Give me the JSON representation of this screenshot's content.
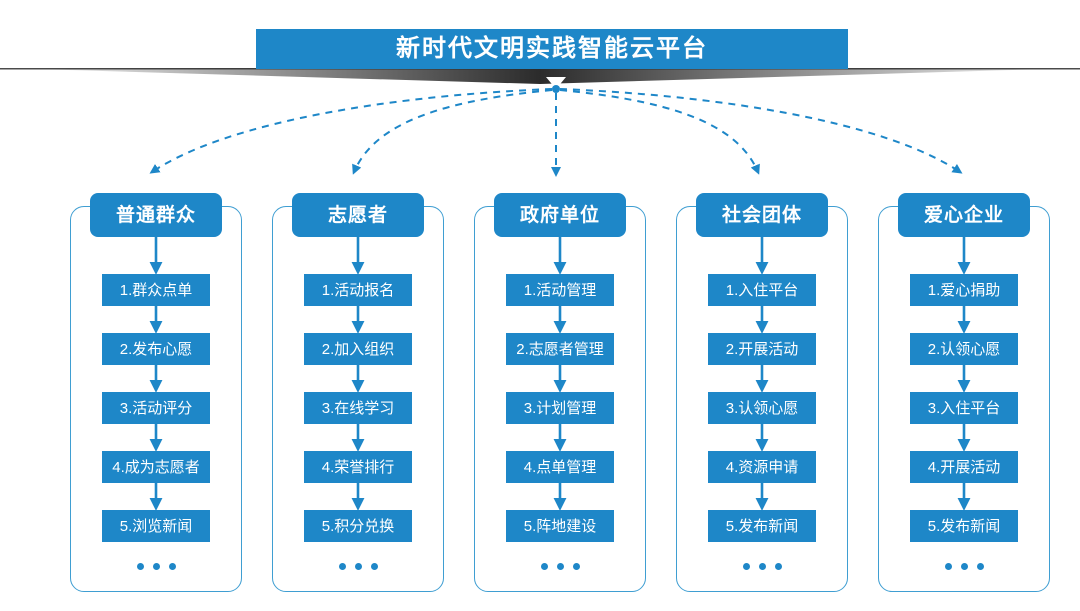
{
  "banner": {
    "title": "新时代文明实践智能云平台",
    "accent_color": "#1e87c8",
    "shadow_color": "#2b2b2b"
  },
  "legend": {
    "ellipsis_glyph": "•"
  },
  "columns": [
    {
      "header": "普通群众",
      "items": [
        "1.群众点单",
        "2.发布心愿",
        "3.活动评分",
        "4.成为志愿者",
        "5.浏览新闻"
      ],
      "more": "..."
    },
    {
      "header": "志愿者",
      "items": [
        "1.活动报名",
        "2.加入组织",
        "3.在线学习",
        "4.荣誉排行",
        "5.积分兑换"
      ],
      "more": "..."
    },
    {
      "header": "政府单位",
      "items": [
        "1.活动管理",
        "2.志愿者管理",
        "3.计划管理",
        "4.点单管理",
        "5.阵地建设"
      ],
      "more": "..."
    },
    {
      "header": "社会团体",
      "items": [
        "1.入住平台",
        "2.开展活动",
        "3.认领心愿",
        "4.资源申请",
        "5.发布新闻"
      ],
      "more": "..."
    },
    {
      "header": "爱心企业",
      "items": [
        "1.爱心捐助",
        "2.认领心愿",
        "3.入住平台",
        "4.开展活动",
        "5.发布新闻"
      ],
      "more": "..."
    }
  ]
}
